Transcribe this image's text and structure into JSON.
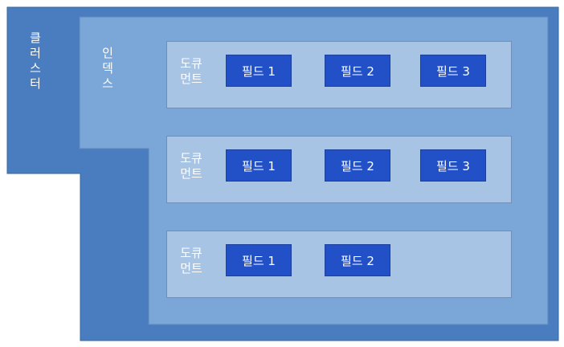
{
  "cluster": {
    "label": "클\n러\n스\n터"
  },
  "index": {
    "label": "인\n덱\n스"
  },
  "documents": [
    {
      "label": "도큐\n먼트",
      "fields": [
        "필드 1",
        "필드 2",
        "필드 3"
      ]
    },
    {
      "label": "도큐\n먼트",
      "fields": [
        "필드 1",
        "필드 2",
        "필드 3"
      ]
    },
    {
      "label": "도큐\n먼트",
      "fields": [
        "필드 1",
        "필드 2"
      ]
    }
  ],
  "colors": {
    "cluster_fill": "#4a7dc0",
    "index_fill": "#7aa6d8",
    "document_fill": "#a7c4e4",
    "field_fill": "#2150c7"
  }
}
